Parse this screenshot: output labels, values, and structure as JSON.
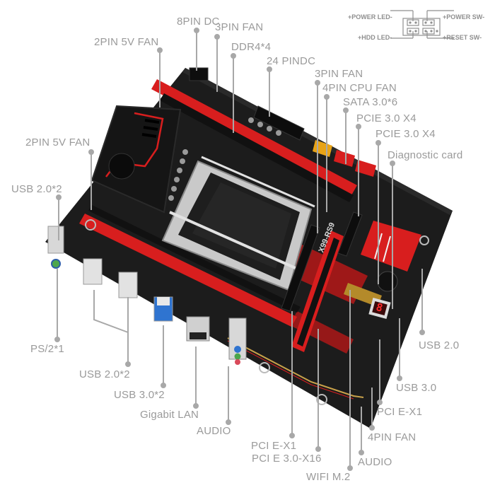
{
  "product": {
    "model_marking": "X99-RS9",
    "colors": {
      "pcb": "#1c1c1c",
      "accent_red": "#d81e1e",
      "sata_yellow": "#e8a317",
      "label_gray": "#9a9a9a",
      "leader_gray": "#a8a8a8",
      "usb3_blue": "#2f74d0"
    }
  },
  "front_panel_diagram": {
    "power_led": "+POWER LED-",
    "power_sw": "+POWER SW-",
    "hdd_led": "+HDD LED-",
    "reset_sw": "+RESET SW-"
  },
  "labels": {
    "pin8_dc": "8PIN DC",
    "fan3pin_top": "3PIN FAN",
    "fan2pin_5v_top": "2PIN 5V FAN",
    "ddr4": "DDR4*4",
    "pin24_dc": "24 PINDC",
    "fan3pin_right": "3PIN FAN",
    "cpu_fan_4pin": "4PIN CPU FAN",
    "sata": "SATA 3.0*6",
    "pcie_x4_a": "PCIE 3.0 X4",
    "pcie_x4_b": "PCIE 3.0 X4",
    "diagnostic_card": "Diagnostic card",
    "fan2pin_5v_left": "2PIN 5V FAN",
    "usb20x2_top": "USB 2.0*2",
    "ps2": "PS/2*1",
    "usb20x2_bottom": "USB 2.0*2",
    "usb30x2": "USB 3.0*2",
    "gigabit_lan": "Gigabit LAN",
    "audio_rear": "AUDIO",
    "pcie_x1_left": "PCI E-X1",
    "pcie_x16": "PCI E 3.0-X16",
    "wifi_m2": "WIFI M.2",
    "audio_front": "AUDIO",
    "fan4pin": "4PIN FAN",
    "pcie_x1_right": "PCI E-X1",
    "usb30_header": "USB 3.0",
    "usb20_header": "USB 2.0"
  },
  "diagnostic_display": "8"
}
